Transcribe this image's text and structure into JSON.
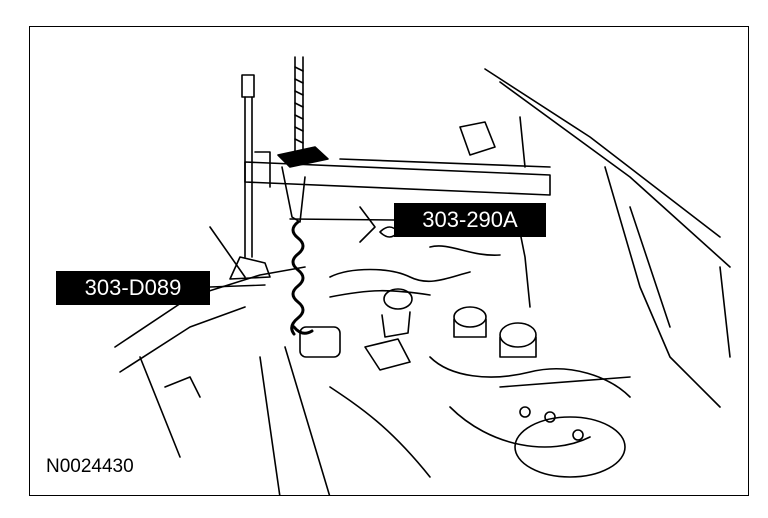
{
  "callouts": {
    "tool_a": "303-290A",
    "tool_b": "303-D089"
  },
  "figure_id": "N0024430",
  "colors": {
    "ink": "#000000",
    "paper": "#ffffff"
  }
}
